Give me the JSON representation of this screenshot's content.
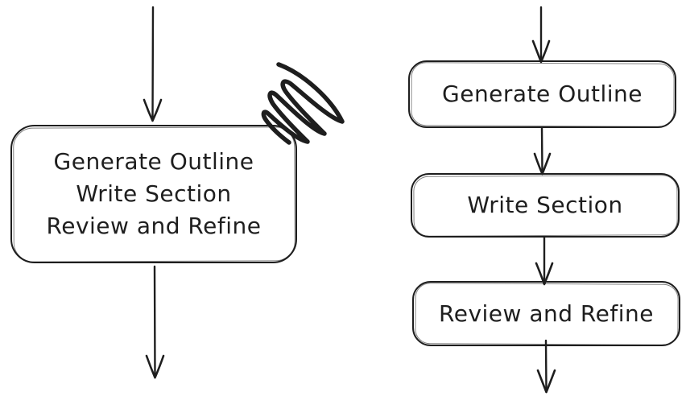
{
  "diagram": {
    "background_color": "#ffffff",
    "stroke_color": "#1e1e1e",
    "left_flow": {
      "combined_node": {
        "lines": [
          "Generate Outline",
          "Write Section",
          "Review and Refine"
        ]
      },
      "annotation_icon": "scribble-scratch-mark",
      "arrows": [
        "arrow-down-icon",
        "arrow-down-icon"
      ]
    },
    "right_flow": {
      "nodes": [
        {
          "label": "Generate Outline"
        },
        {
          "label": "Write Section"
        },
        {
          "label": "Review and Refine"
        }
      ],
      "arrows": [
        "arrow-down-icon",
        "arrow-down-icon",
        "arrow-down-icon",
        "arrow-down-icon"
      ]
    }
  }
}
